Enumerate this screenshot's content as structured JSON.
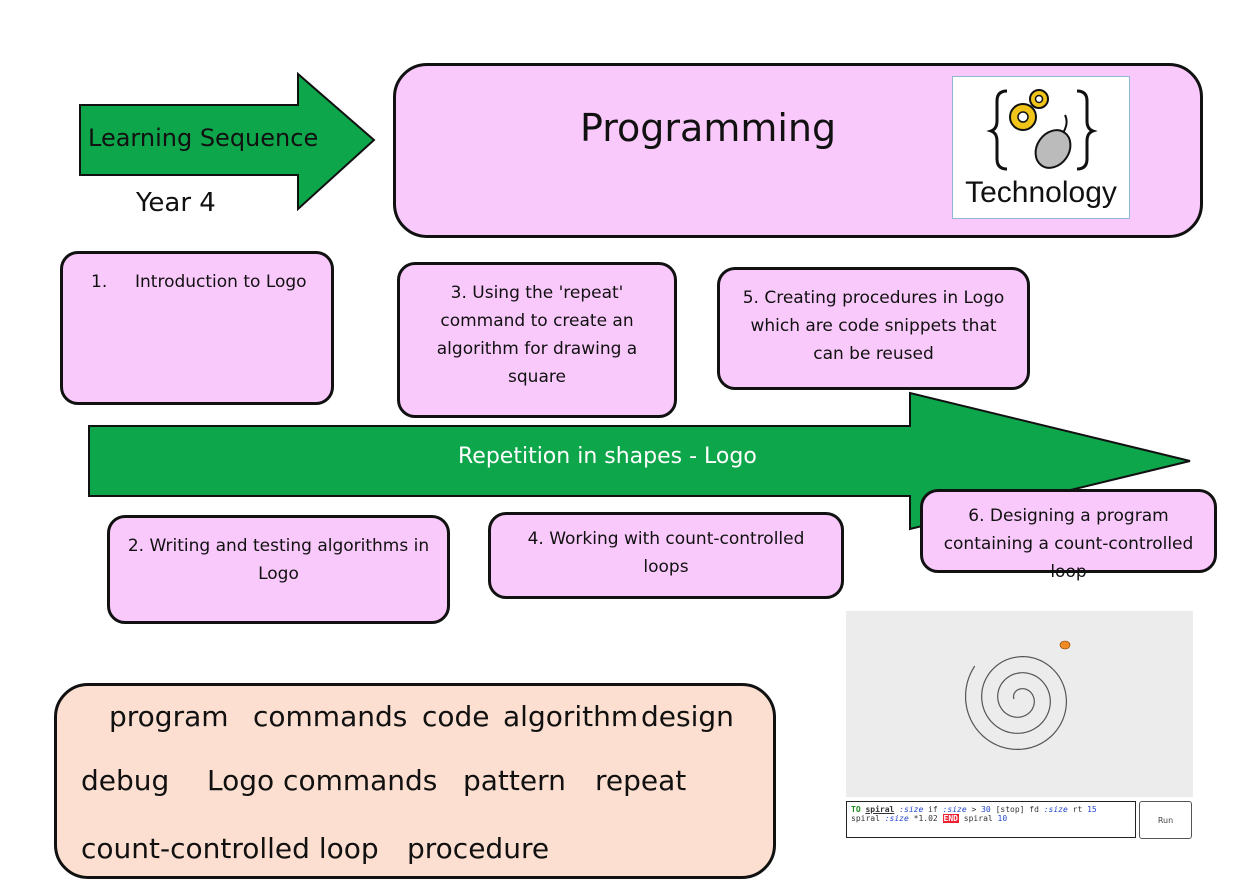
{
  "header": {
    "arrow_label": "Learning Sequence",
    "year": "Year 4",
    "title": "Programming",
    "icon_label": "Technology"
  },
  "lessons": [
    {
      "num": "1.",
      "text": "Introduction to Logo"
    },
    {
      "text": "2. Writing and testing algorithms in Logo"
    },
    {
      "text": "3. Using the 'repeat' command to create an algorithm for drawing a square"
    },
    {
      "text": "4. Working with count-controlled loops"
    },
    {
      "text": "5. Creating procedures in Logo which are code snippets that can be reused"
    },
    {
      "text": "6. Designing a program containing a count-controlled loop"
    }
  ],
  "main_arrow": {
    "label": "Repetition in shapes - Logo"
  },
  "vocabulary": [
    "program",
    "commands",
    "code",
    "algorithm",
    "design",
    "debug",
    "Logo commands",
    "pattern",
    "repeat",
    "count-controlled loop",
    "procedure"
  ],
  "logo_app": {
    "code_tokens": {
      "to": "TO",
      "proc": "spiral",
      "param": ":size",
      "line1_mid": " if ",
      "param2": ":size",
      "line1_mid2": " > ",
      "n30": "30",
      "line1_mid3": " [stop] fd ",
      "param3": ":size",
      "line1_mid4": " rt ",
      "n15": "15",
      "line2_a": "spiral ",
      "param4": ":size",
      "line2_b": " *1.02 ",
      "end": "END",
      "line2_c": " spiral ",
      "n10": "10"
    },
    "run_label": "Run"
  },
  "colors": {
    "green_arrow": "#0ea64a",
    "card_pink": "#f9c9fb",
    "vocab_peach": "#fcdfd0",
    "turtle": "#f08a24"
  }
}
